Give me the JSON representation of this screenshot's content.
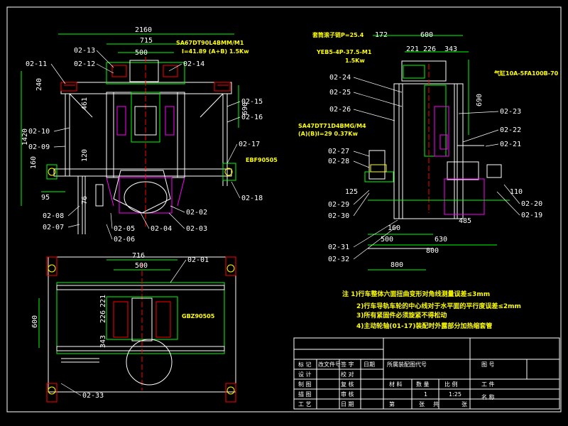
{
  "front_view": {
    "dims": {
      "d2160": "2160",
      "d715": "715",
      "d500": "500",
      "d240": "240",
      "d461": "461",
      "d1420": "1420",
      "d690": "690",
      "d160": "160",
      "d95": "95",
      "d120": "120",
      "d76": "76"
    },
    "motor_note_1": "SA67DT90L4BMM/M1",
    "motor_note_2": "I=41.89 (A+B) 1.5Kw",
    "part_ext": "EBF90505",
    "parts": [
      "02-13",
      "02-12",
      "02-14",
      "02-11",
      "02-15",
      "02-16",
      "02-10",
      "02-09",
      "02-17",
      "02-18",
      "02-08",
      "02-07",
      "02-05",
      "02-06",
      "02-04",
      "02-02",
      "02-03"
    ]
  },
  "side_view": {
    "dims": {
      "d172": "172",
      "d600": "600",
      "d221": "221",
      "d226": "226",
      "d343": "343",
      "d690": "690",
      "d125": "125",
      "d110": "110",
      "d160": "160",
      "d630": "630",
      "d485": "485",
      "d500": "500",
      "d800": "800",
      "d800b": "800"
    },
    "note_chain": "套筒滚子链P=25.4",
    "note_yeb": "YEB5-4P-37.5-M1",
    "note_yeb2": "1.5Kw",
    "note_cyl": "气缸10A-5FA100B-70",
    "note_sa1": "SA47DT71D4BMG/M4",
    "note_sa2": "(A)(B)I=29 0.37Kw",
    "parts": [
      "02-24",
      "02-25",
      "02-26",
      "02-23",
      "02-22",
      "02-21",
      "02-27",
      "02-28",
      "02-29",
      "02-30",
      "02-20",
      "02-19",
      "02-31",
      "02-32"
    ]
  },
  "top_view": {
    "dims": {
      "d716": "716",
      "d500": "500",
      "d600": "600",
      "d226": "226",
      "d221": "221",
      "d343": "343"
    },
    "part_ext": "GBZ90505",
    "parts": [
      "02-01",
      "02-33"
    ]
  },
  "notes": [
    "注 1)行车整体六面扭曲变形对角线测量误差≤3mm",
    "2)行车导轨车轮的中心线对于水平面的平行度误差≤2mm",
    "3)所有紧固件必须旋紧不得松动",
    "4)主动轮轴(01-17)装配时外露部分加热缩套管"
  ],
  "title_block": {
    "row1": [
      "标 记",
      "改文件号",
      "签 字",
      "日期"
    ],
    "assy": "所属装配图代号",
    "tuhao": "图 号",
    "design": "设 计",
    "check": "校 对",
    "draw": "制 图",
    "review": "复 核",
    "trace": "描 图",
    "audit": "审 核",
    "process": "工 艺",
    "date": "日 期",
    "material": "材 料",
    "qty": "数 量",
    "scale": "比 例",
    "qty_val": "1",
    "scale_val": "1:25",
    "work": "工 件",
    "name": "名 称",
    "sheet": "第",
    "sheet2": "张",
    "total": "共",
    "total2": "张"
  },
  "colors": {
    "green": "#00ff00",
    "red": "#ff0000",
    "white": "#ffffff",
    "yellow": "#ffff00",
    "magenta": "#ff00ff",
    "cyan": "#00ffff",
    "blue": "#6060ff",
    "orange": "#ff8000"
  }
}
